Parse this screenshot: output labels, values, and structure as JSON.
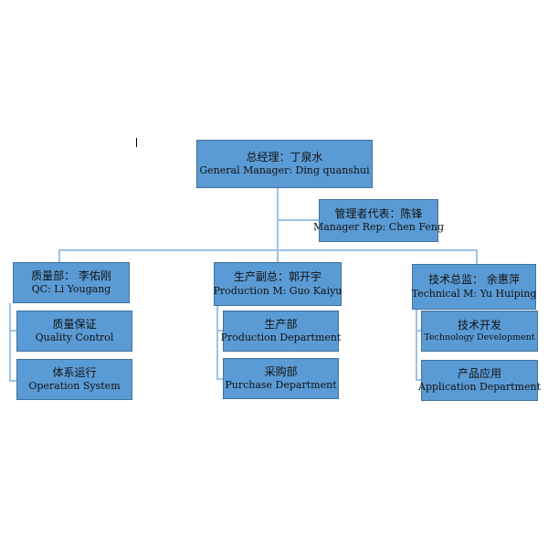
{
  "colors": {
    "box_fill": "#5b9bd5",
    "box_border": "#41719c",
    "connector": "#9dc3e6"
  },
  "org": {
    "gm": {
      "zh": "总经理：丁泉水",
      "en": "General Manager:  Ding quanshui"
    },
    "rep": {
      "zh": "管理者代表：陈锋",
      "en": "Manager Rep: Chen Feng"
    },
    "qc": {
      "zh": "质量部：  李佑刚",
      "en": "QC: Li Yougang",
      "children": [
        {
          "zh": "质量保证",
          "en": "Quality Control"
        },
        {
          "zh": "体系运行",
          "en": "Operation System"
        }
      ]
    },
    "prod": {
      "zh": "生产副总：郭开宇",
      "en": "Production M: Guo Kaiyu",
      "children": [
        {
          "zh": "生产部",
          "en": "Production Department"
        },
        {
          "zh": "采购部",
          "en": "Purchase Department"
        }
      ]
    },
    "tech": {
      "zh": "技术总监：  余惠萍",
      "en": "Technical M: Yu Huiping",
      "children": [
        {
          "zh": "技术开发",
          "en": "Technology Development"
        },
        {
          "zh": "产品应用",
          "en": "Application Department"
        }
      ]
    }
  }
}
